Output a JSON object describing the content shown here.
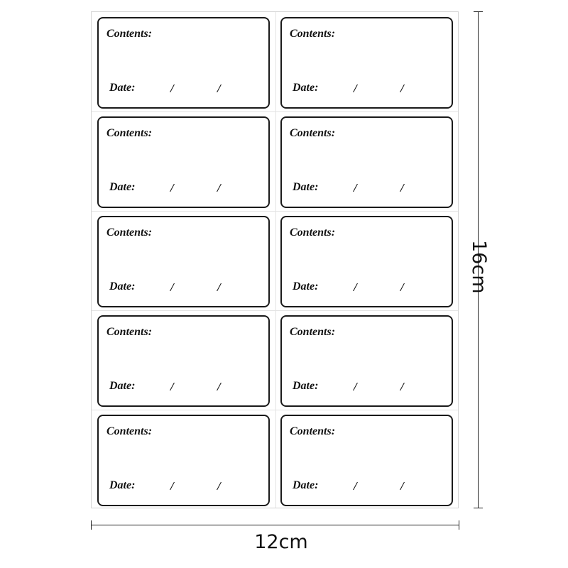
{
  "sheet": {
    "labels": [
      {
        "contents_label": "Contents:",
        "date_label": "Date:",
        "slash": "/"
      },
      {
        "contents_label": "Contents:",
        "date_label": "Date:",
        "slash": "/"
      },
      {
        "contents_label": "Contents:",
        "date_label": "Date:",
        "slash": "/"
      },
      {
        "contents_label": "Contents:",
        "date_label": "Date:",
        "slash": "/"
      },
      {
        "contents_label": "Contents:",
        "date_label": "Date:",
        "slash": "/"
      },
      {
        "contents_label": "Contents:",
        "date_label": "Date:",
        "slash": "/"
      },
      {
        "contents_label": "Contents:",
        "date_label": "Date:",
        "slash": "/"
      },
      {
        "contents_label": "Contents:",
        "date_label": "Date:",
        "slash": "/"
      },
      {
        "contents_label": "Contents:",
        "date_label": "Date:",
        "slash": "/"
      },
      {
        "contents_label": "Contents:",
        "date_label": "Date:",
        "slash": "/"
      }
    ]
  },
  "dimensions": {
    "width": "12cm",
    "height": "16cm"
  }
}
